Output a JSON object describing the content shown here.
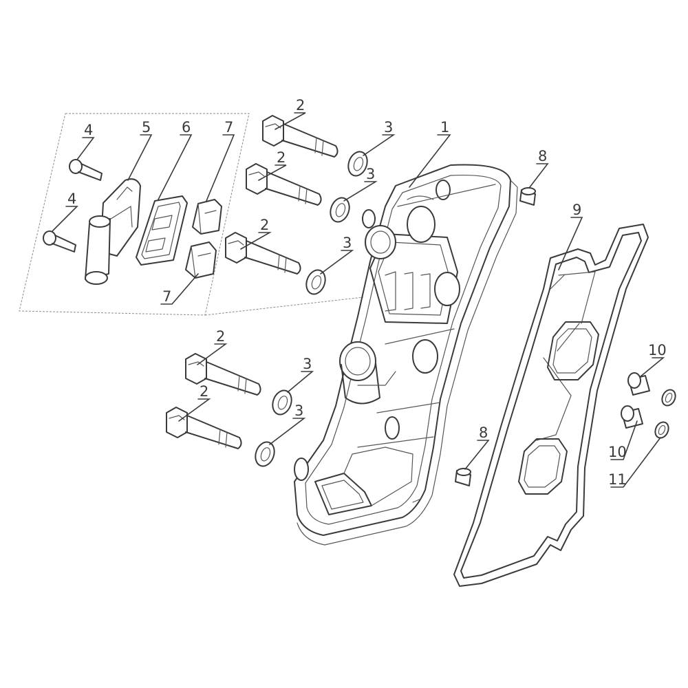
{
  "callouts": {
    "c1": "1",
    "c2a": "2",
    "c2b": "2",
    "c2c": "2",
    "c2d": "2",
    "c2e": "2",
    "c3a": "3",
    "c3b": "3",
    "c3c": "3",
    "c3d": "3",
    "c3e": "3",
    "c4a": "4",
    "c4b": "4",
    "c5": "5",
    "c6": "6",
    "c7a": "7",
    "c7b": "7",
    "c8a": "8",
    "c8b": "8",
    "c9": "9",
    "c10a": "10",
    "c10b": "10",
    "c11": "11"
  },
  "colors": {
    "line": "#3a3a3a",
    "detail_box": "#8a8a8a",
    "background": "#ffffff"
  }
}
